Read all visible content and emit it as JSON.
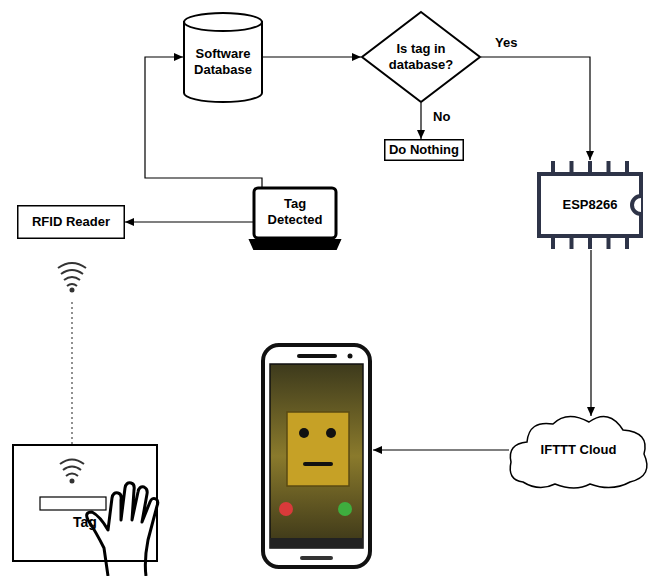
{
  "diagram": {
    "nodes": [
      {
        "text": [
          "Software Database"
        ]
      },
      {
        "text": [
          "Is tag in database?"
        ]
      },
      {
        "text": [
          "Do Nothing"
        ]
      },
      {
        "text": [
          "Tag Detected"
        ]
      },
      {
        "text": [
          "RFID Reader"
        ]
      },
      {
        "text": [
          "ESP8266"
        ]
      },
      {
        "text": [
          "IFTTT Cloud"
        ]
      },
      {
        "text": [
          "Tag"
        ]
      }
    ],
    "edges": [
      {
        "from": 3,
        "to": 0,
        "arrow": "to"
      },
      {
        "from": 0,
        "to": 1,
        "arrow": "to"
      },
      {
        "from": 1,
        "to": 2,
        "label": "No",
        "arrow": "to"
      },
      {
        "from": 1,
        "to": 5,
        "label": "Yes",
        "arrow": "to"
      },
      {
        "from": 3,
        "to": 4,
        "arrow": "to"
      },
      {
        "from": 5,
        "to": 6,
        "arrow": "to"
      }
    ]
  }
}
